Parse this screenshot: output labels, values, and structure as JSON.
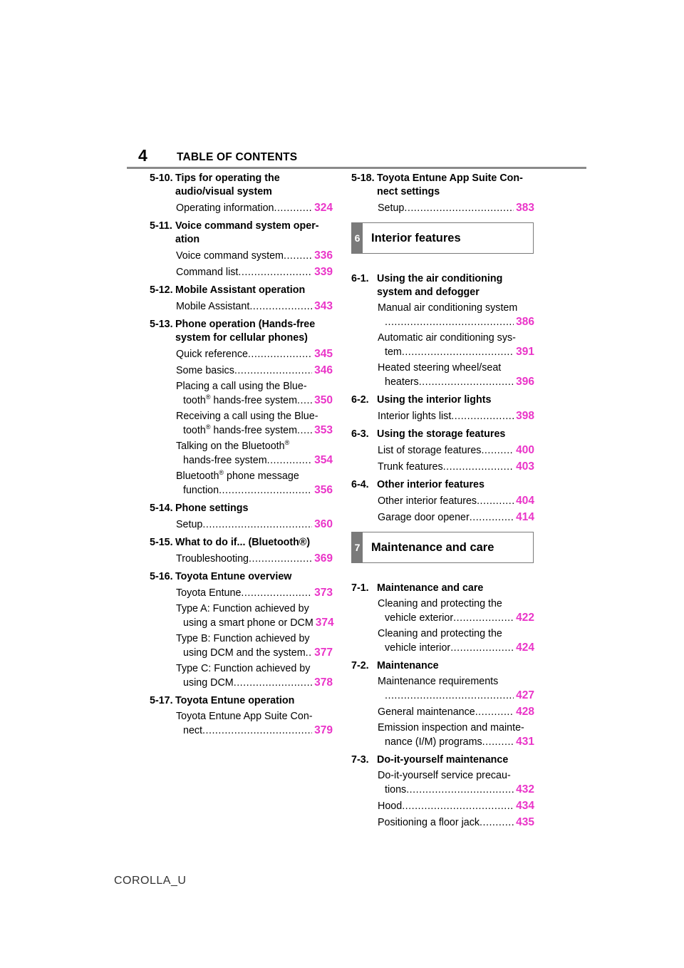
{
  "header": {
    "page_number": "4",
    "title": "TABLE OF CONTENTS"
  },
  "left_column": [
    {
      "num": "5-10.",
      "title": "Tips for operating the audio/visual system",
      "entries": [
        {
          "label": "Operating information",
          "cont": "",
          "page": "324"
        }
      ]
    },
    {
      "num": "5-11.",
      "title": "Voice command system oper-ation",
      "entries": [
        {
          "label": "Voice command system",
          "cont": "",
          "page": "336"
        },
        {
          "label": "Command list",
          "cont": "",
          "page": "339"
        }
      ]
    },
    {
      "num": "5-12.",
      "title": "Mobile Assistant operation",
      "entries": [
        {
          "label": "Mobile Assistant",
          "cont": "",
          "page": "343"
        }
      ]
    },
    {
      "num": "5-13.",
      "title": "Phone operation (Hands-free system for cellular phones)",
      "entries": [
        {
          "label": "Quick reference",
          "cont": "",
          "page": "345"
        },
        {
          "label": "Some basics",
          "cont": "",
          "page": "346"
        },
        {
          "label": "Placing a call using the Blue-",
          "cont": "tooth® hands-free system",
          "page": "350",
          "own_line_dots": true
        },
        {
          "label": "Receiving a call using the Blue-",
          "cont": "tooth® hands-free system",
          "page": "353",
          "own_line_dots": true
        },
        {
          "label": "Talking on the Bluetooth®",
          "cont": "hands-free system",
          "page": "354"
        },
        {
          "label": "Bluetooth® phone message",
          "cont": "function",
          "page": "356"
        }
      ]
    },
    {
      "num": "5-14.",
      "title": "Phone settings",
      "entries": [
        {
          "label": "Setup",
          "cont": "",
          "page": "360"
        }
      ]
    },
    {
      "num": "5-15.",
      "title": "What to do if... (Bluetooth®)",
      "entries": [
        {
          "label": "Troubleshooting",
          "cont": "",
          "page": "369"
        }
      ]
    },
    {
      "num": "5-16.",
      "title": "Toyota Entune overview",
      "entries": [
        {
          "label": "Toyota Entune",
          "cont": "",
          "page": "373"
        },
        {
          "label": "Type A: Function achieved by",
          "cont": "using a smart phone or DCM",
          "page": "374",
          "own_line_dots": true
        },
        {
          "label": "Type B: Function achieved by",
          "cont": "using DCM and the system",
          "page": "377",
          "own_line_dots": true
        },
        {
          "label": "Type C: Function achieved by",
          "cont": "using DCM",
          "page": "378"
        }
      ]
    },
    {
      "num": "5-17.",
      "title": "Toyota Entune operation",
      "entries": [
        {
          "label": "Toyota Entune App Suite Con-",
          "cont": "nect",
          "page": "379"
        }
      ]
    }
  ],
  "right_column": [
    {
      "kind": "section",
      "num": "5-18.",
      "title": "Toyota Entune App Suite Con-nect settings",
      "entries": [
        {
          "label": "Setup",
          "cont": "",
          "page": "383"
        }
      ]
    },
    {
      "kind": "box",
      "num": "6",
      "title": "Interior features"
    },
    {
      "kind": "section",
      "num": "6-1.",
      "title": "Using the air conditioning system and defogger",
      "entries": [
        {
          "label": "Manual air conditioning system",
          "cont": "",
          "page": "386",
          "own_line_dots": true
        },
        {
          "label": "Automatic air conditioning sys-",
          "cont": "tem",
          "page": "391"
        },
        {
          "label": "Heated steering wheel/seat",
          "cont": "heaters",
          "page": "396"
        }
      ]
    },
    {
      "kind": "section",
      "num": "6-2.",
      "title": "Using the interior lights",
      "entries": [
        {
          "label": "Interior lights list",
          "cont": "",
          "page": "398"
        }
      ]
    },
    {
      "kind": "section",
      "num": "6-3.",
      "title": "Using the storage features",
      "entries": [
        {
          "label": "List of storage features",
          "cont": "",
          "page": "400"
        },
        {
          "label": "Trunk features",
          "cont": "",
          "page": "403"
        }
      ]
    },
    {
      "kind": "section",
      "num": "6-4.",
      "title": "Other interior features",
      "entries": [
        {
          "label": "Other interior features",
          "cont": "",
          "page": "404"
        },
        {
          "label": "Garage door opener",
          "cont": "",
          "page": "414"
        }
      ]
    },
    {
      "kind": "box",
      "num": "7",
      "title": "Maintenance and care"
    },
    {
      "kind": "section",
      "num": "7-1.",
      "title": "Maintenance and care",
      "entries": [
        {
          "label": "Cleaning and protecting the",
          "cont": "vehicle exterior",
          "page": "422"
        },
        {
          "label": "Cleaning and protecting the",
          "cont": "vehicle interior",
          "page": "424"
        }
      ]
    },
    {
      "kind": "section",
      "num": "7-2.",
      "title": "Maintenance",
      "entries": [
        {
          "label": "Maintenance requirements",
          "cont": "",
          "page": "427",
          "own_line_dots": true
        },
        {
          "label": "General maintenance",
          "cont": "",
          "page": "428"
        },
        {
          "label": "Emission inspection and mainte-",
          "cont": "nance (I/M) programs",
          "page": "431"
        }
      ]
    },
    {
      "kind": "section",
      "num": "7-3.",
      "title": "Do-it-yourself maintenance",
      "entries": [
        {
          "label": "Do-it-yourself service precau-",
          "cont": "tions",
          "page": "432"
        },
        {
          "label": "Hood",
          "cont": "",
          "page": "434"
        },
        {
          "label": "Positioning a floor jack",
          "cont": "",
          "page": "435"
        }
      ]
    }
  ],
  "footer": {
    "text": "COROLLA_U"
  }
}
